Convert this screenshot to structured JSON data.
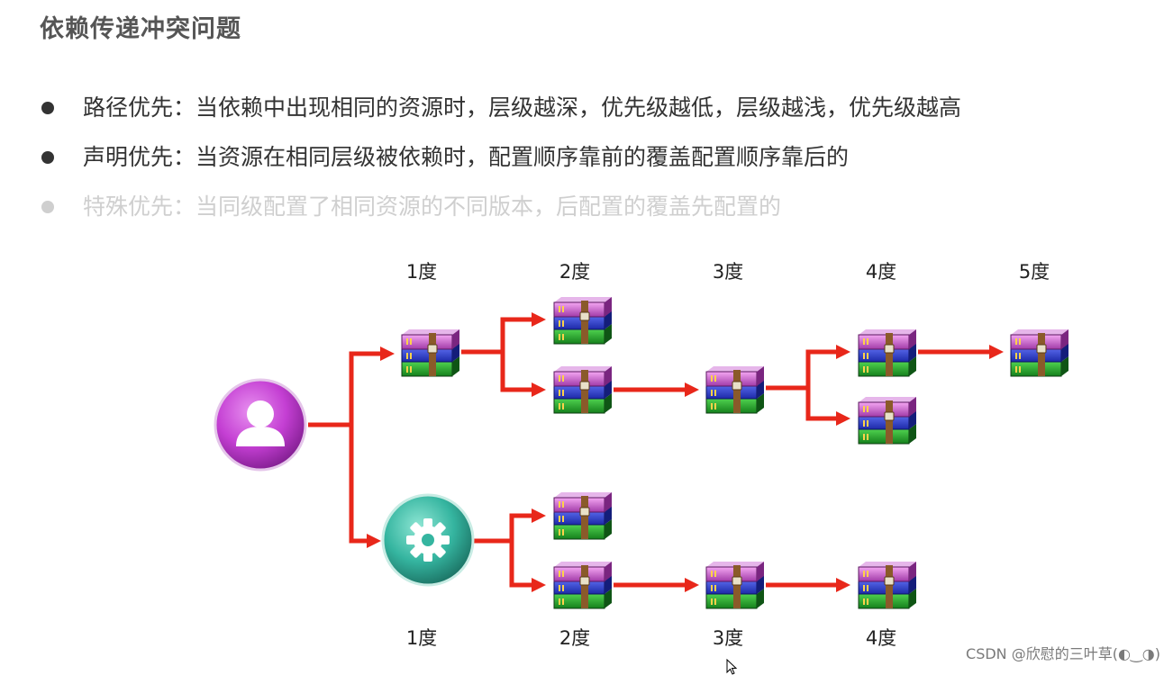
{
  "title": "依赖传递冲突问题",
  "bullets": [
    {
      "text": "路径优先：当依赖中出现相同的资源时，层级越深，优先级越低，层级越浅，优先级越高",
      "dimmed": false
    },
    {
      "text": "声明优先：当资源在相同层级被依赖时，配置顺序靠前的覆盖配置顺序靠后的",
      "dimmed": false
    },
    {
      "text": "特殊优先：当同级配置了相同资源的不同版本，后配置的覆盖先配置的",
      "dimmed": true
    }
  ],
  "diagram": {
    "top_degree_labels": [
      "1度",
      "2度",
      "3度",
      "4度",
      "5度"
    ],
    "bottom_degree_labels": [
      "1度",
      "2度",
      "3度",
      "4度"
    ],
    "icons": {
      "root": "user-icon",
      "module": "gear-icon",
      "dependency": "archive-stack-icon"
    },
    "colors": {
      "arrow": "#e8271a",
      "user_circle": "#c43fd3",
      "gear_circle": "#35b5a0"
    }
  },
  "watermark": "CSDN @欣慰的三叶草(◐‿◑)"
}
